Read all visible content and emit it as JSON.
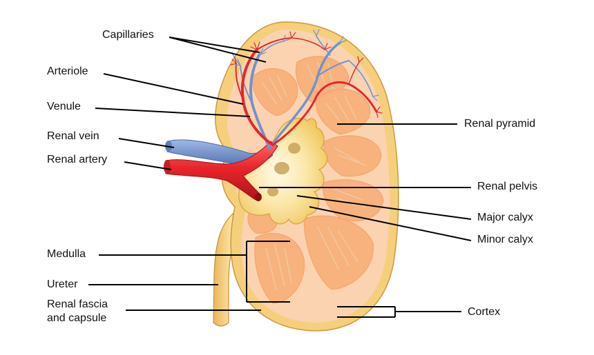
{
  "labels": {
    "capillaries": "Capillaries",
    "arteriole": "Arteriole",
    "venule": "Venule",
    "renal_vein": "Renal vein",
    "renal_artery": "Renal artery",
    "renal_pyramid": "Renal pyramid",
    "renal_pelvis": "Renal pelvis",
    "major_calyx": "Major calyx",
    "minor_calyx": "Minor calyx",
    "medulla": "Medulla",
    "ureter": "Ureter",
    "renal_fascia_line1": "Renal fascia",
    "renal_fascia_line2": "and capsule",
    "cortex": "Cortex"
  },
  "colors": {
    "capsule": "#f6cf7c",
    "cortex": "#fbd3b0",
    "pyramid": "#f7b27d",
    "pelvis": "#f7d98a",
    "artery": "#e8252b",
    "vein": "#6f93cc",
    "leader": "#000000"
  }
}
